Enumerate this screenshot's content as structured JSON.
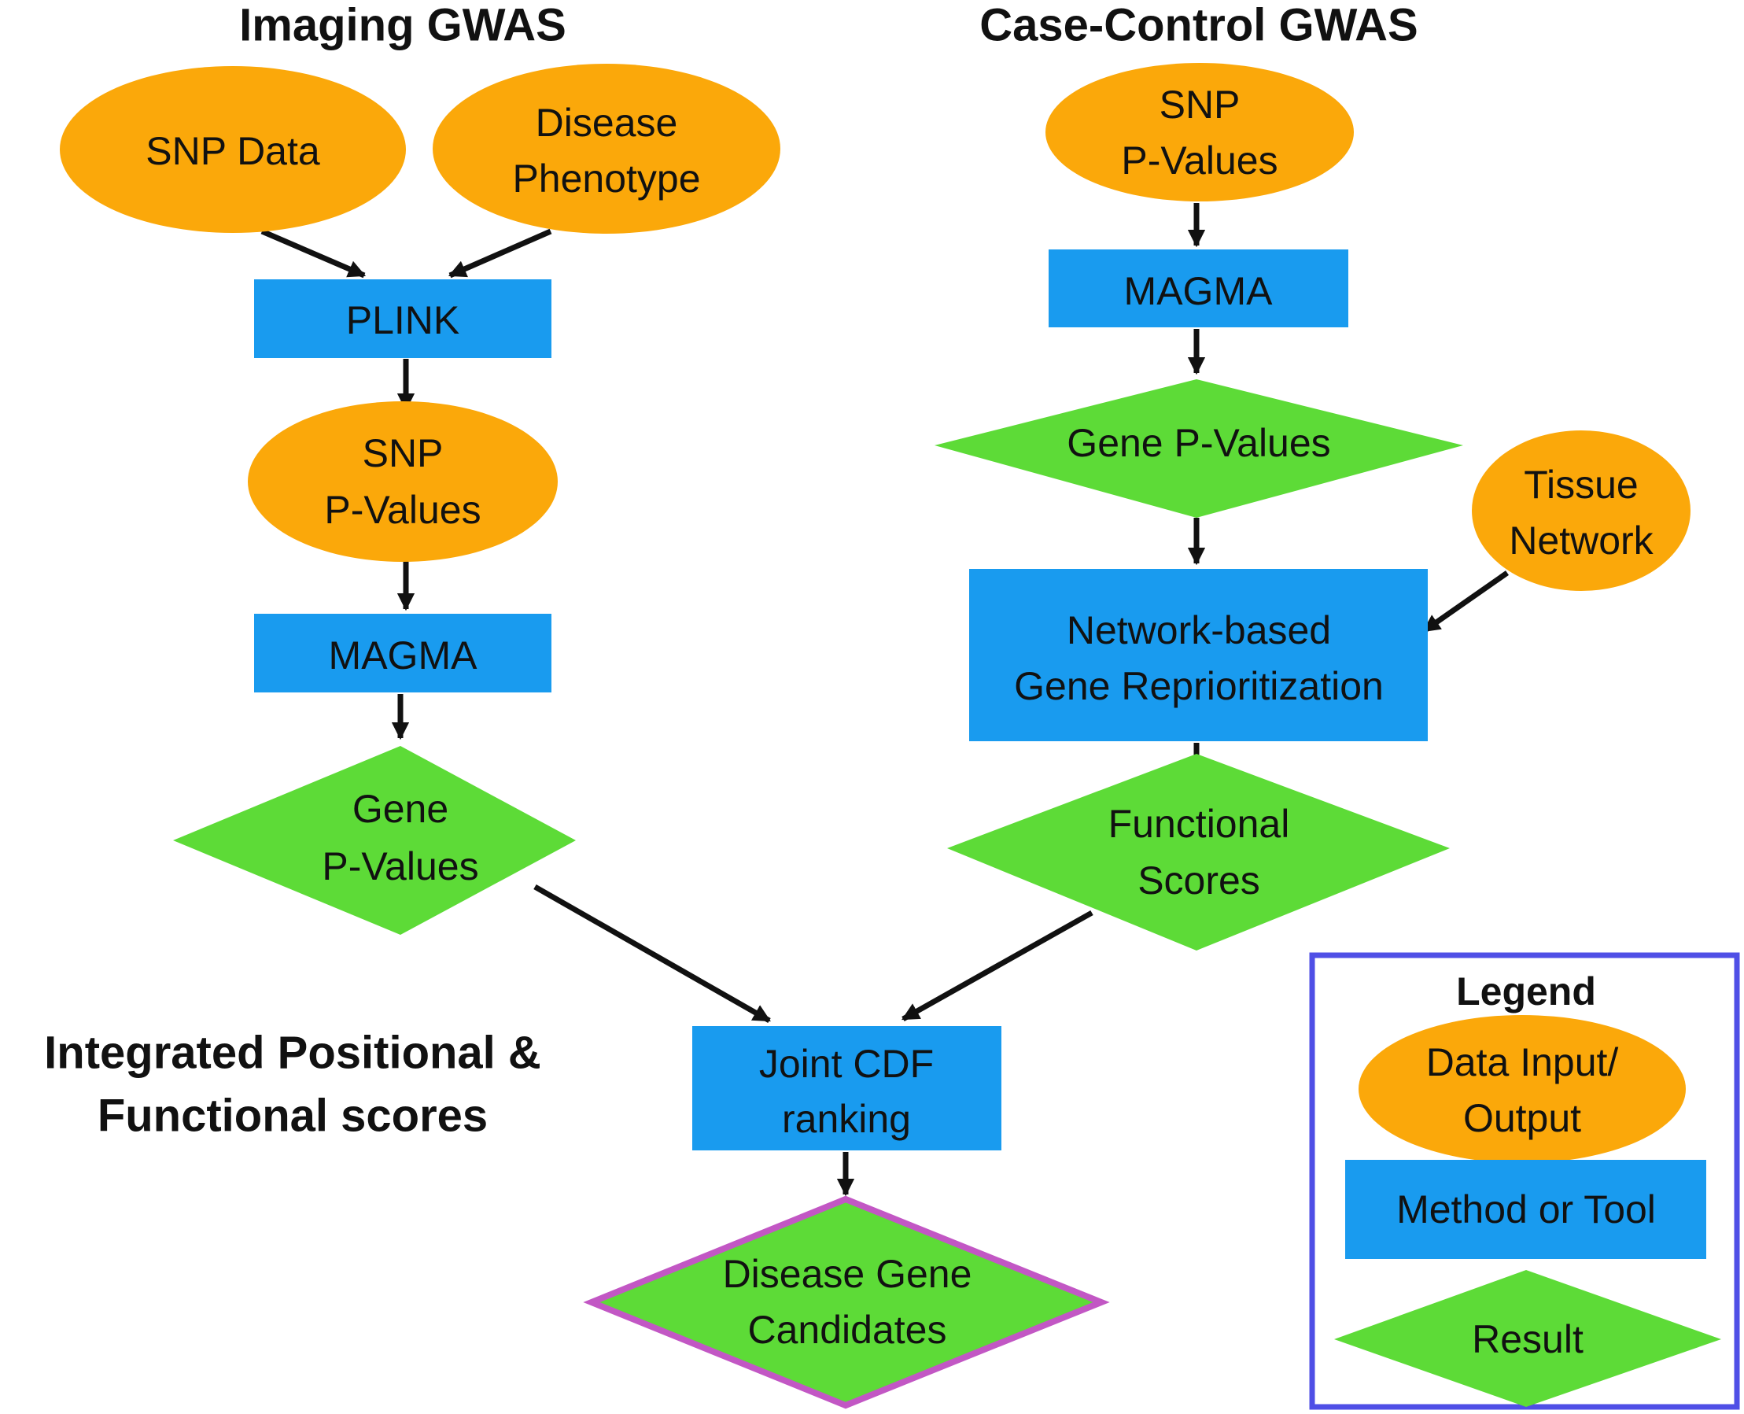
{
  "colors": {
    "data_io": "#FBA80A",
    "method": "#199BEF",
    "result": "#5DDB37",
    "final_border": "#C257C4",
    "legend_border": "#4F4FE6",
    "arrow": "#111111"
  },
  "headings": {
    "imaging": "Imaging GWAS",
    "case_control": "Case-Control GWAS",
    "integrated": [
      "Integrated Positional &",
      "Functional scores"
    ]
  },
  "nodes": {
    "snp_data": {
      "lines": [
        "SNP Data"
      ],
      "shape": "ellipse"
    },
    "disease_phenotype": {
      "lines": [
        "Disease",
        "Phenotype"
      ],
      "shape": "ellipse"
    },
    "plink": {
      "lines": [
        "PLINK"
      ],
      "shape": "rect"
    },
    "snp_pvalues_left": {
      "lines": [
        "SNP",
        "P-Values"
      ],
      "shape": "ellipse"
    },
    "magma_left": {
      "lines": [
        "MAGMA"
      ],
      "shape": "rect"
    },
    "gene_pvalues_left": {
      "lines": [
        "Gene",
        "P-Values"
      ],
      "shape": "diamond"
    },
    "snp_pvalues_right": {
      "lines": [
        "SNP",
        "P-Values"
      ],
      "shape": "ellipse"
    },
    "magma_right": {
      "lines": [
        "MAGMA"
      ],
      "shape": "rect"
    },
    "gene_pvalues_right": {
      "lines": [
        "Gene P-Values"
      ],
      "shape": "diamond"
    },
    "tissue_network": {
      "lines": [
        "Tissue",
        "Network"
      ],
      "shape": "ellipse"
    },
    "network_reprioritization": {
      "lines": [
        "Network-based",
        "Gene Reprioritization"
      ],
      "shape": "rect"
    },
    "functional_scores": {
      "lines": [
        "Functional",
        "Scores"
      ],
      "shape": "diamond"
    },
    "joint_cdf": {
      "lines": [
        "Joint CDF",
        "ranking"
      ],
      "shape": "rect"
    },
    "disease_gene_candidates": {
      "lines": [
        "Disease Gene",
        "Candidates"
      ],
      "shape": "diamond"
    }
  },
  "edges": [
    {
      "from": "snp_data",
      "to": "plink"
    },
    {
      "from": "disease_phenotype",
      "to": "plink"
    },
    {
      "from": "plink",
      "to": "snp_pvalues_left"
    },
    {
      "from": "snp_pvalues_left",
      "to": "magma_left"
    },
    {
      "from": "magma_left",
      "to": "gene_pvalues_left"
    },
    {
      "from": "gene_pvalues_left",
      "to": "joint_cdf"
    },
    {
      "from": "snp_pvalues_right",
      "to": "magma_right"
    },
    {
      "from": "magma_right",
      "to": "gene_pvalues_right"
    },
    {
      "from": "gene_pvalues_right",
      "to": "network_reprioritization"
    },
    {
      "from": "tissue_network",
      "to": "network_reprioritization"
    },
    {
      "from": "network_reprioritization",
      "to": "functional_scores"
    },
    {
      "from": "functional_scores",
      "to": "joint_cdf"
    },
    {
      "from": "joint_cdf",
      "to": "disease_gene_candidates"
    }
  ],
  "legend": {
    "title": "Legend",
    "data_io": [
      "Data Input/",
      "Output"
    ],
    "method": "Method or Tool",
    "result": "Result"
  }
}
